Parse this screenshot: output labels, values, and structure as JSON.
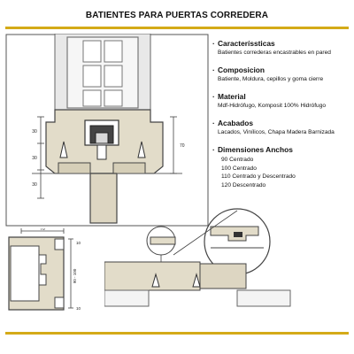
{
  "title": "BATIENTES PARA PUERTAS CORREDERA",
  "colors": {
    "accent_rule": "#d4aa18",
    "frame_beige": "#e2dcc9",
    "wall_gray": "#eeeeee"
  },
  "specs": [
    {
      "bullet": "·",
      "heading": "Caracteríssticas",
      "lines": [
        "Batientes correderas encastrables en pared"
      ]
    },
    {
      "bullet": "·",
      "heading": "Composicion",
      "lines": [
        "Batiente, Moldura, cepillos y goma cierre"
      ]
    },
    {
      "bullet": "·",
      "heading": "Material",
      "lines": [
        "Mdf-Hidrófugo, Komposit 100% Hidrófugo"
      ]
    },
    {
      "bullet": "·",
      "heading": "Acabados",
      "lines": [
        "Lacados, Vinílicos, Chapa Madera Barnizada"
      ]
    },
    {
      "bullet": "·",
      "heading": "Dimensiones Anchos",
      "lines": [
        "90 Centrado",
        "100 Centrado",
        "110 Centrado y Descentrado",
        "120 Descentrado"
      ]
    }
  ],
  "drawing_labels": {
    "top_dims": [
      "30",
      "30",
      "30"
    ],
    "top_height": "70",
    "side_width": "70",
    "side_height": "90 - 100",
    "side_small_top": "10",
    "side_small_bottom": "10"
  }
}
